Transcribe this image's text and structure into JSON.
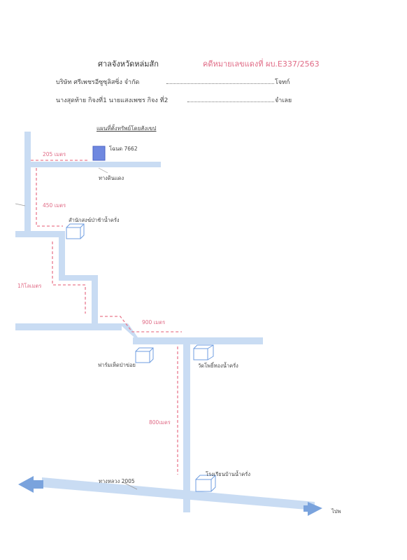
{
  "header": {
    "court": "ศาลจังหวัดหล่มสัก",
    "case_number": "คดีหมายเลขแดงที่ ผบ.E337/2563",
    "plaintiff": "บริษัท ศรีเพชรอีซูซุลิสซิ่ง จำกัด",
    "plaintiff_role": "โจทก์",
    "defendant": "นางสุดท้าย   กิจงที่1 นายแสงเพชร กิจง ที่2",
    "defendant_role": "จำเลย"
  },
  "map": {
    "title": "แผนที่ตั้งทรัพย์โดยสังเขป",
    "labels": {
      "title_deed": "โฉนด 7662",
      "dirt_road": "ทางดินแดง",
      "forest_office": "สำนักสงฆ์ป่าช้าน้ำครั่ง",
      "mushroom_farm": "ฟาร์มเห็ดป่าข่อย",
      "temple": "วัดโพธิ์ทองน้ำครั่ง",
      "school": "โรงเรียนบ้านน้ำครั่ง",
      "highway": "ทางหลวง 2005",
      "direction": "ไปพ"
    },
    "distances": {
      "d1": "205 เมตร",
      "d2": "450 เมตร",
      "d3": "1กิโลเมตร",
      "d4": "900 เมตร",
      "d5": "800เมตร"
    },
    "colors": {
      "road": "#c9dcf3",
      "arrow": "#7aa3dd",
      "plot": "#6f88e0",
      "route": "#e97a8e"
    }
  }
}
